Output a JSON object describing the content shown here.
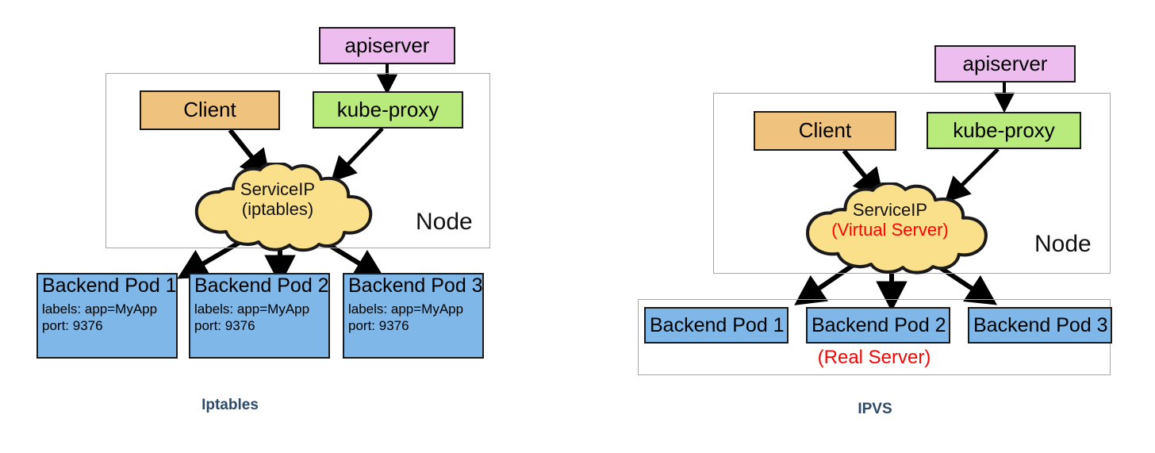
{
  "page": {
    "title": "kube-proxy modes: Iptables vs IPVS",
    "background": "#ffffff"
  },
  "colors": {
    "apiserver": "#EEBDF0",
    "client": "#EFC27E",
    "kube_proxy": "#B8EB7C",
    "service_cloud": "#FBE08C",
    "backend_pod": "#7EB7E8",
    "node_frame": "#A6A6A6",
    "caption": "#2E4A66",
    "highlight_red": "#FF0000",
    "stroke": "#1A1A1A"
  },
  "iptables": {
    "caption": "Iptables",
    "node_label": "Node",
    "apiserver": "apiserver",
    "client": "Client",
    "kube_proxy": "kube-proxy",
    "cloud": {
      "line1": "ServiceIP",
      "line2": "(iptables)"
    },
    "pods": [
      {
        "title": "Backend Pod 1",
        "labels": "labels: app=MyApp",
        "port": "port: 9376"
      },
      {
        "title": "Backend Pod 2",
        "labels": "labels: app=MyApp",
        "port": "port: 9376"
      },
      {
        "title": "Backend Pod 3",
        "labels": "labels: app=MyApp",
        "port": "port: 9376"
      }
    ]
  },
  "ipvs": {
    "caption": "IPVS",
    "node_label": "Node",
    "apiserver": "apiserver",
    "client": "Client",
    "kube_proxy": "kube-proxy",
    "cloud": {
      "line1": "ServiceIP",
      "line2": "(Virtual Server)"
    },
    "real_server_label": "(Real Server)",
    "pods": [
      {
        "title": "Backend Pod 1"
      },
      {
        "title": "Backend Pod 2"
      },
      {
        "title": "Backend Pod 3"
      }
    ]
  }
}
